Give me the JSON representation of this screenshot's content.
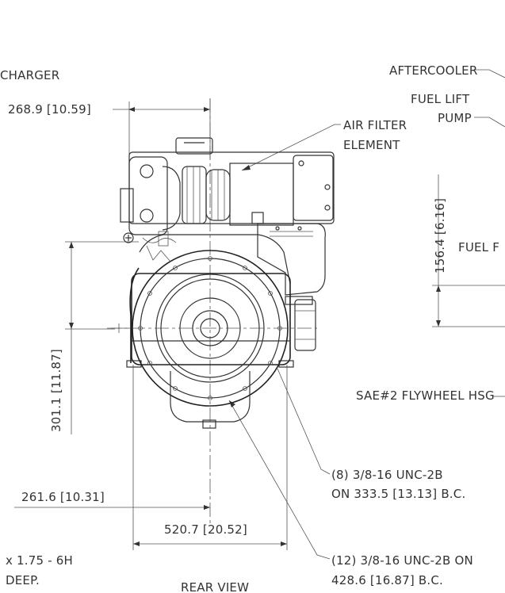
{
  "labels": {
    "turbocharger": "CHARGER",
    "aftercooler": "AFTERCOOLER",
    "fuel_lift_pump_line1": "FUEL LIFT",
    "fuel_lift_pump_line2": "PUMP",
    "air_filter_line1": "AIR FILTER",
    "air_filter_line2": "ELEMENT",
    "fuel_filter": "FUEL F",
    "flywheel_housing": "SAE#2 FLYWHEEL HSG",
    "bolt_8_line1": "(8) 3/8-16 UNC-2B",
    "bolt_8_line2": "ON 333.5 [13.13] B.C.",
    "bolt_12_line1": "(12) 3/8-16 UNC-2B ON",
    "bolt_12_line2": "428.6 [16.87] B.C.",
    "thread_line1": "x 1.75 - 6H",
    "thread_line2": "DEEP.",
    "view_title": "REAR VIEW"
  },
  "dimensions": {
    "d_268": "268.9 [10.59]",
    "d_156": "156.4 [6.16]",
    "d_301": "301.1 [11.87]",
    "d_261": "261.6 [10.31]",
    "d_520": "520.7 [20.52]"
  }
}
